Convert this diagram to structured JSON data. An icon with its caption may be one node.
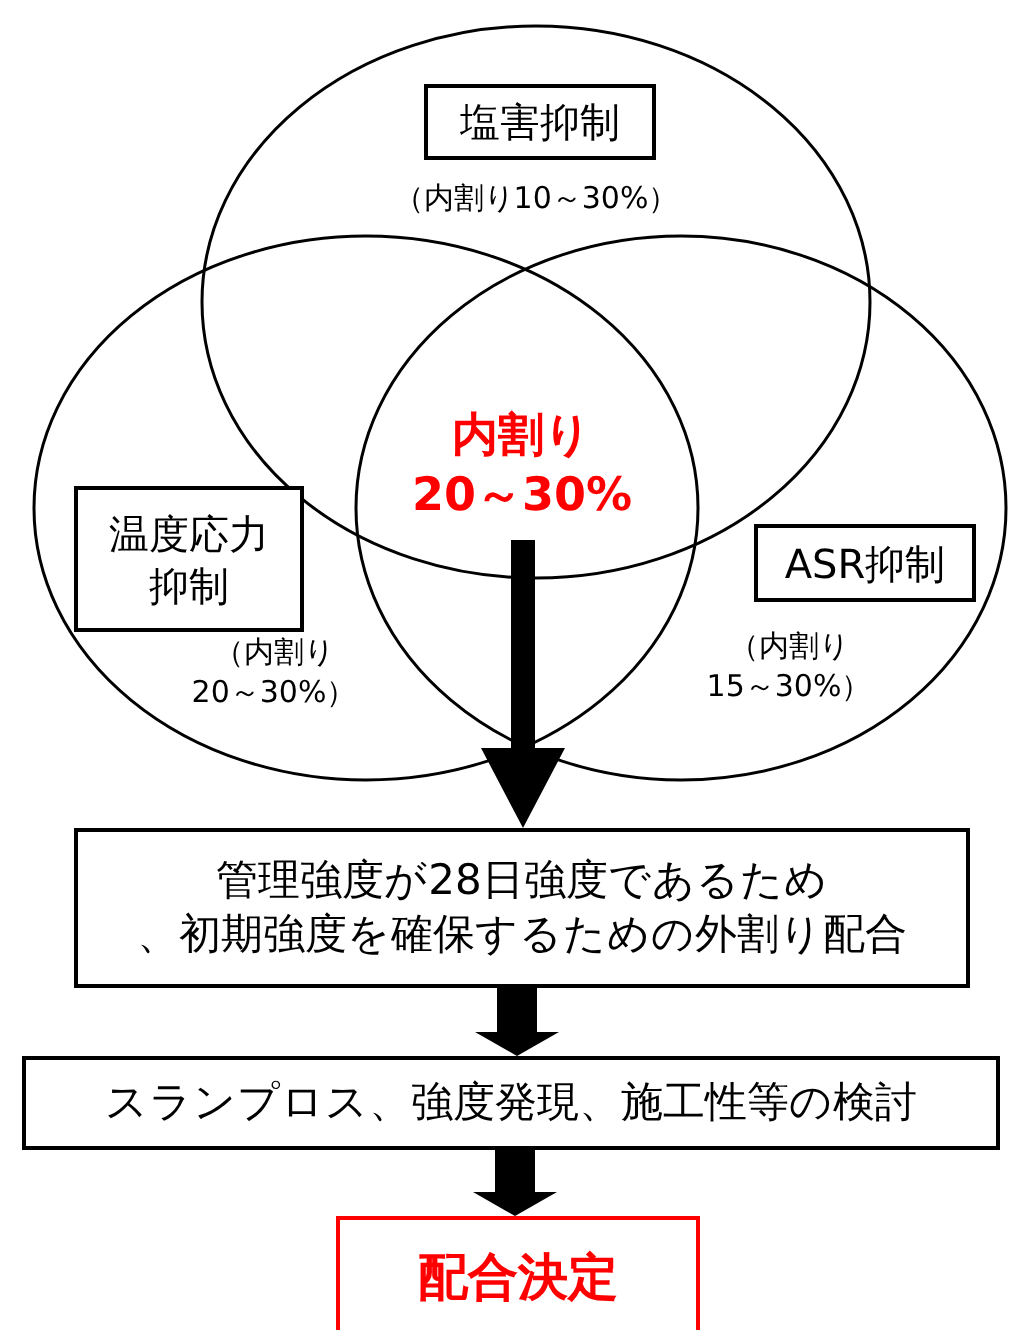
{
  "diagram": {
    "nodes": [
      {
        "text": [
          "（内割り10～30%）"
        ]
      },
      {
        "text": [
          "塩害抑制"
        ],
        "in": 0
      },
      {
        "text": [
          "（内割り20～30%）"
        ]
      },
      {
        "text": [
          "温度応力抑制"
        ],
        "in": 2
      },
      {
        "text": [
          "（内割り15～30%）"
        ]
      },
      {
        "text": [
          "ASR抑制"
        ],
        "in": 4
      },
      {
        "text": [
          "内割り20～30%"
        ]
      },
      {
        "text": [
          "管理強度が28日強度であるため、初期強度を確保するための外割り配合"
        ]
      },
      {
        "text": [
          "スランプロス、強度発現、施工性等の検討"
        ]
      },
      {
        "text": [
          "配合決定"
        ]
      }
    ],
    "edges": [
      {
        "from": 6,
        "to": 7,
        "arrow": "to"
      },
      {
        "from": 7,
        "to": 8,
        "arrow": "to"
      },
      {
        "from": 8,
        "to": 9,
        "arrow": "to"
      }
    ]
  }
}
